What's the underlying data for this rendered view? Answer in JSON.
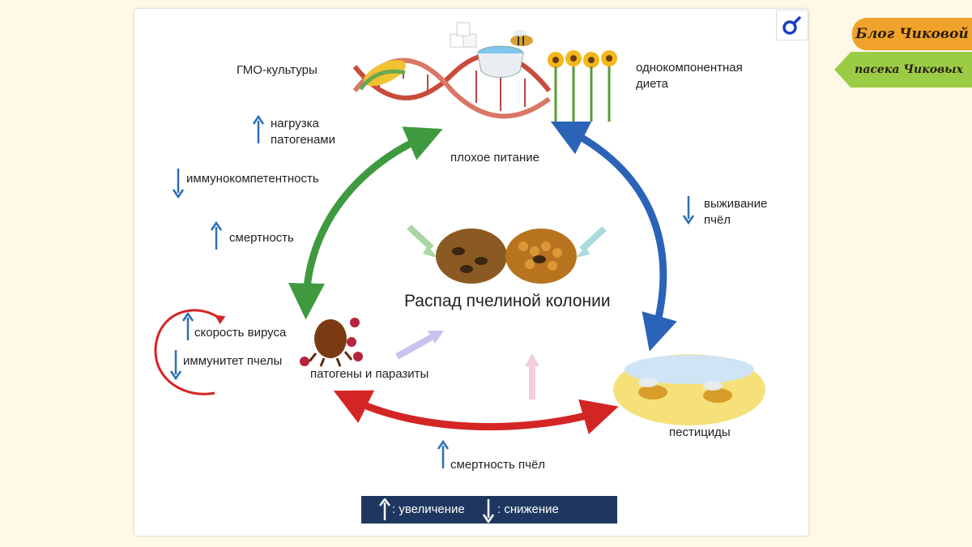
{
  "blog_badge": {
    "title": "Блог Чиковой",
    "subtitle": "пасека Чиковых"
  },
  "diagram": {
    "center_title": "Распад пчелиной колонии",
    "nodes": {
      "poor_nutrition": "плохое питание",
      "gmo": "ГМО-культуры",
      "monodiet": "однокомпонентная диета",
      "pathogens": "патогены и паразиты",
      "pesticides": "пестициды"
    },
    "effects": {
      "pathogen_load": "нагрузка патогенами",
      "immunocompetence": "иммунокомпетентность",
      "mortality": "смертность",
      "bee_survival": "выживание пчёл",
      "virus_speed": "скорость вируса",
      "bee_immunity": "иммунитет пчелы",
      "bee_mortality": "смертность пчёл"
    },
    "legend": {
      "increase": ": увеличение",
      "decrease": ": снижение"
    },
    "colors": {
      "green": "#3f9a3f",
      "blue": "#2b63b8",
      "red": "#d42525",
      "indicator": "#2a6fb5",
      "legend_bg": "#1f3760"
    }
  },
  "icons": [
    "zoom-icon",
    "up-arrow-icon",
    "down-arrow-icon",
    "dna-icon",
    "sunflower-icon",
    "mite-icon",
    "virus-icon",
    "bee-icon",
    "honeycomb-icon",
    "water-bowl-icon",
    "sugar-cubes-icon",
    "corn-icon",
    "field-icon"
  ]
}
